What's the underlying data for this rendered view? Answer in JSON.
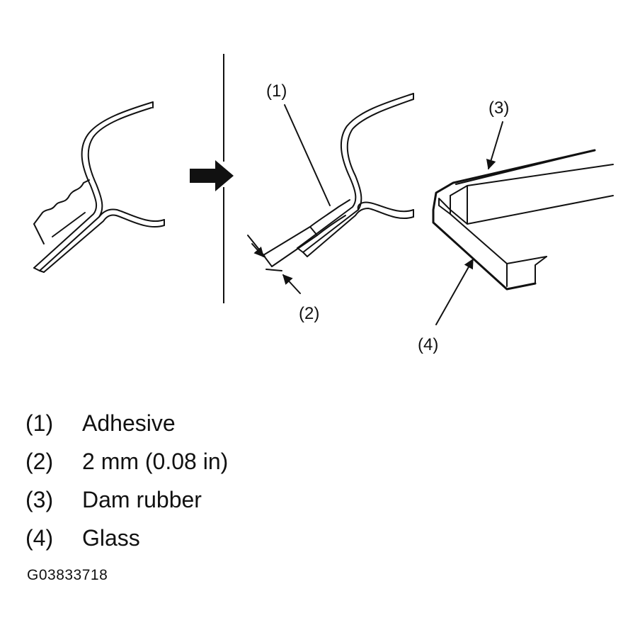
{
  "callouts": {
    "c1": "(1)",
    "c2": "(2)",
    "c3": "(3)",
    "c4": "(4)"
  },
  "legend": [
    {
      "num": "(1)",
      "label": "Adhesive"
    },
    {
      "num": "(2)",
      "label": "2 mm (0.08 in)"
    },
    {
      "num": "(3)",
      "label": "Dam rubber"
    },
    {
      "num": "(4)",
      "label": "Glass"
    }
  ],
  "figure_id": "G03833718",
  "icons": {
    "step_arrow": "right-arrow-icon"
  }
}
